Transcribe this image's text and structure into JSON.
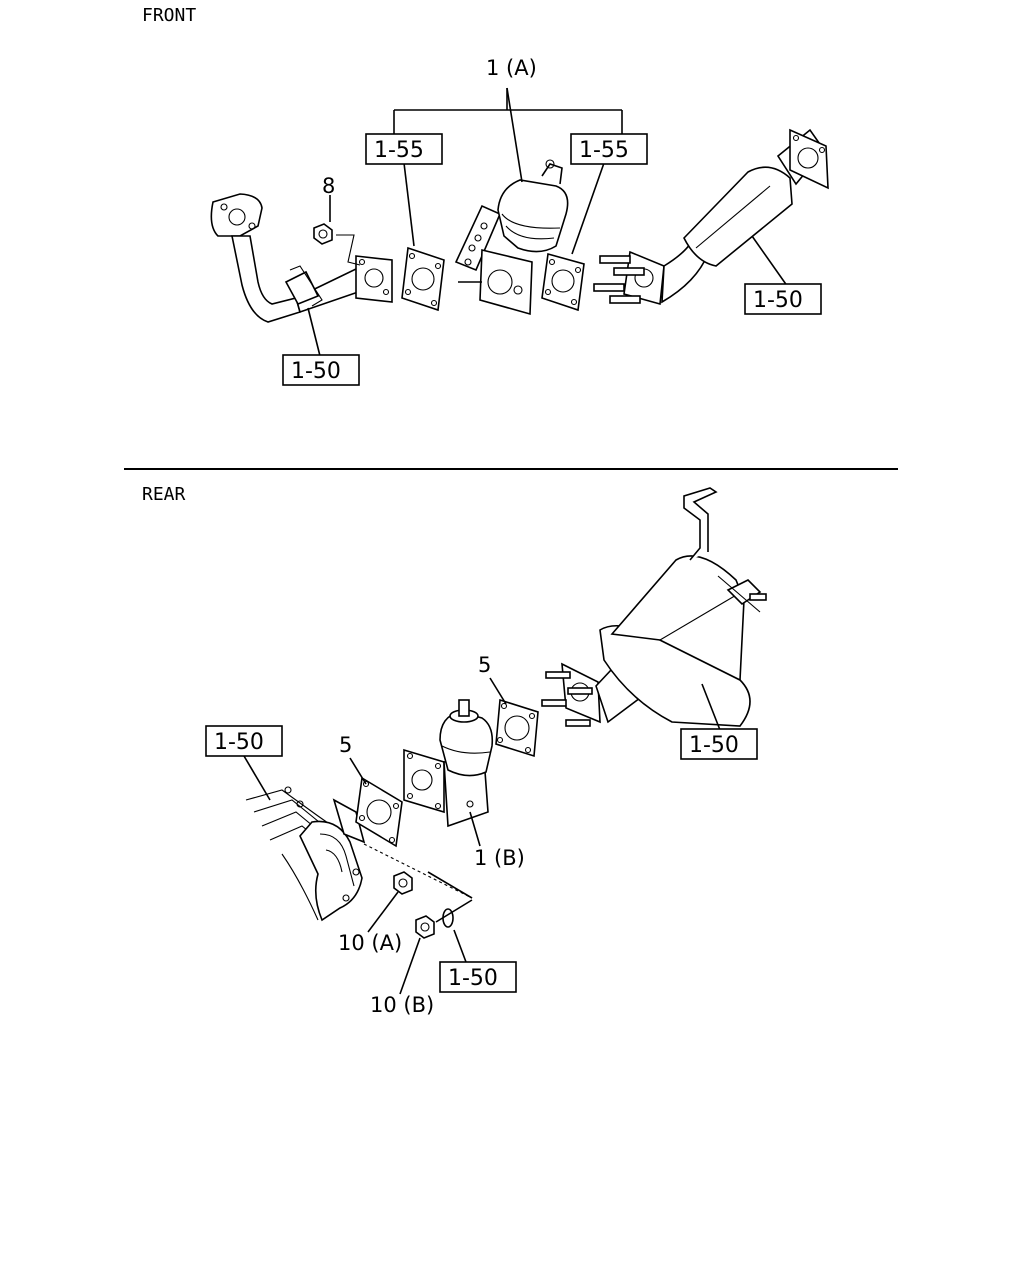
{
  "sections": {
    "front": "FRONT",
    "rear": "REAR"
  },
  "front": {
    "callout_1a": "1 (A)",
    "callout_8": "8",
    "ref_gasket_left": "1-55",
    "ref_gasket_right": "1-55",
    "ref_front_pipe": "1-50",
    "ref_cat_pipe": "1-50"
  },
  "rear": {
    "callout_5_left": "5",
    "callout_5_right": "5",
    "callout_1b": "1 (B)",
    "callout_10a": "10 (A)",
    "callout_10b": "10 (B)",
    "ref_manifold": "1-50",
    "ref_muffler": "1-50",
    "ref_washer": "1-50"
  }
}
